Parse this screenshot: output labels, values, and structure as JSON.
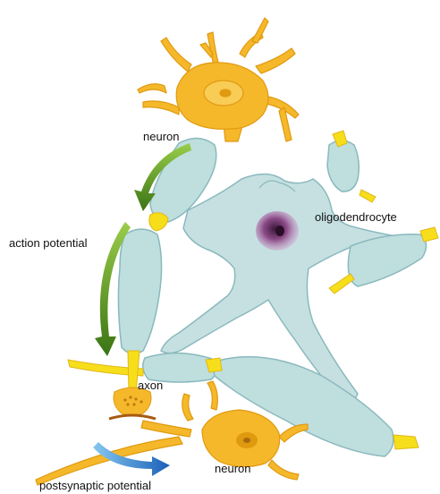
{
  "labels": {
    "neuron_top": "neuron",
    "oligodendrocyte": "oligodendrocyte",
    "action_potential": "action potential",
    "axon": "axon",
    "neuron_bottom": "neuron",
    "postsynaptic_potential": "postsynaptic potential"
  },
  "colors": {
    "neuron_body": "#f5b82a",
    "neuron_outline": "#e09a10",
    "neuron_nucleus": "#f8cc55",
    "myelin_fill": "#bfdede",
    "myelin_outline": "#8ab9bd",
    "oligo_fill": "#c6e0e2",
    "oligo_nucleus": "#8a4a86",
    "node_yellow": "#f7de1a",
    "arrow_green": "#4c8a1c",
    "arrow_blue": "#2a78c8"
  }
}
